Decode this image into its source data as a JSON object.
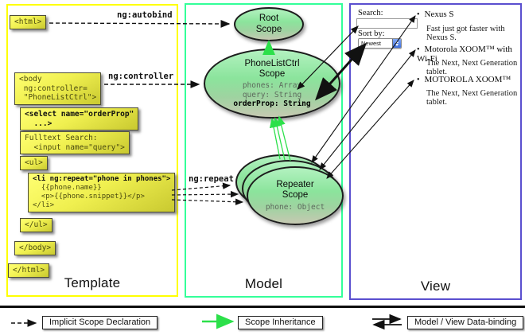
{
  "panels": {
    "template": {
      "title": "Template"
    },
    "model": {
      "title": "Model"
    },
    "view": {
      "title": "View"
    }
  },
  "template": {
    "html_open": "<html>",
    "body_open": "<body\n ng:controller=\n \"PhoneListCtrl\">",
    "select_box": "<select name=\"orderProp\"\n  ...>",
    "fulltext_box": "Fulltext Search:\n  <input name=\"query\">",
    "ul_open": "<ul>",
    "li_line1": "<li ng:repeat=\"phone in phones\">",
    "li_rest": "  {{phone.name}}\n  <p>{{phone.snippet}}</p>\n</li>",
    "ul_close": "</ul>",
    "body_close": "</body>",
    "html_close": "</html>"
  },
  "directives": {
    "autobind": "ng:autobind",
    "controller": "ng:controller",
    "repeat": "ng:repeat"
  },
  "model": {
    "root_scope": {
      "title": "Root\nScope"
    },
    "phone_list_ctrl": {
      "title": "PhoneListCtrl\nScope",
      "props": "phones: Array\nquery: String",
      "bold_prop": "orderProp: String"
    },
    "repeater": {
      "title": "Repeater\nScope",
      "prop": "phone: Object"
    }
  },
  "view": {
    "search_label": "Search:",
    "search_value": "",
    "sort_label": "Sort by:",
    "sort_value": "Newest",
    "items": [
      {
        "bullet": "•",
        "title": "Nexus S",
        "desc": "Fast just got faster with Nexus S."
      },
      {
        "bullet": "•",
        "title": "Motorola XOOM™ with Wi-Fi",
        "desc": "The Next, Next Generation tablet."
      },
      {
        "bullet": "•",
        "title": "MOTOROLA XOOM™",
        "desc": "The Next, Next Generation tablet."
      }
    ]
  },
  "legend": [
    {
      "label": "Implicit Scope Declaration"
    },
    {
      "label": "Scope Inheritance"
    },
    {
      "label": "Model / View Data-binding"
    }
  ],
  "colors": {
    "template_border": "#ffff00",
    "model_border": "#33ff99",
    "view_border": "#5a4fcf",
    "scope_green_arrow": "#2ce04a",
    "arrow_black": "#111111"
  }
}
